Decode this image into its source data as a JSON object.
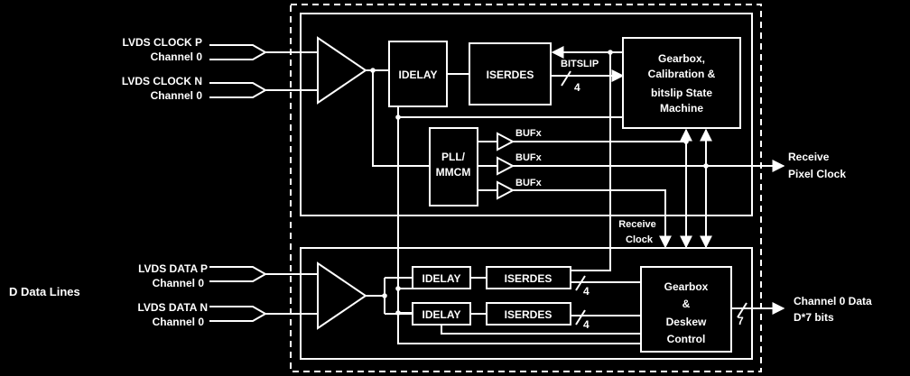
{
  "inputs": {
    "clock_p": "LVDS CLOCK P",
    "clock_p_ch": "Channel 0",
    "clock_n": "LVDS CLOCK N",
    "clock_n_ch": "Channel 0",
    "data_p": "LVDS DATA P",
    "data_p_ch": "Channel 0",
    "data_n": "LVDS DATA N",
    "data_n_ch": "Channel 0",
    "data_lines": "D Data Lines"
  },
  "clock_block": {
    "idelay": "IDELAY",
    "iserdes": "ISERDES",
    "bitslip": "BITSLIP",
    "bitslip_width": "4",
    "gearbox_lines": [
      "Gearbox,",
      "Calibration &",
      "bitslip State",
      "Machine"
    ],
    "pll_lines": [
      "PLL/",
      "MMCM"
    ],
    "bufs": [
      "BUFx",
      "BUFx",
      "BUFx"
    ]
  },
  "data_block": {
    "idelay_1": "IDELAY",
    "idelay_2": "IDELAY",
    "iserdes_1": "ISERDES",
    "iserdes_2": "ISERDES",
    "width_1": "4",
    "width_2": "4",
    "gearbox_lines": [
      "Gearbox",
      "&",
      "Deskew",
      "Control"
    ],
    "out_width": "7"
  },
  "outputs": {
    "pixel_clock_lines": [
      "Receive",
      "Pixel Clock"
    ],
    "receive_clock_lines": [
      "Receive",
      "Clock"
    ],
    "channel_data_lines": [
      "Channel 0 Data",
      "D*7 bits"
    ]
  }
}
